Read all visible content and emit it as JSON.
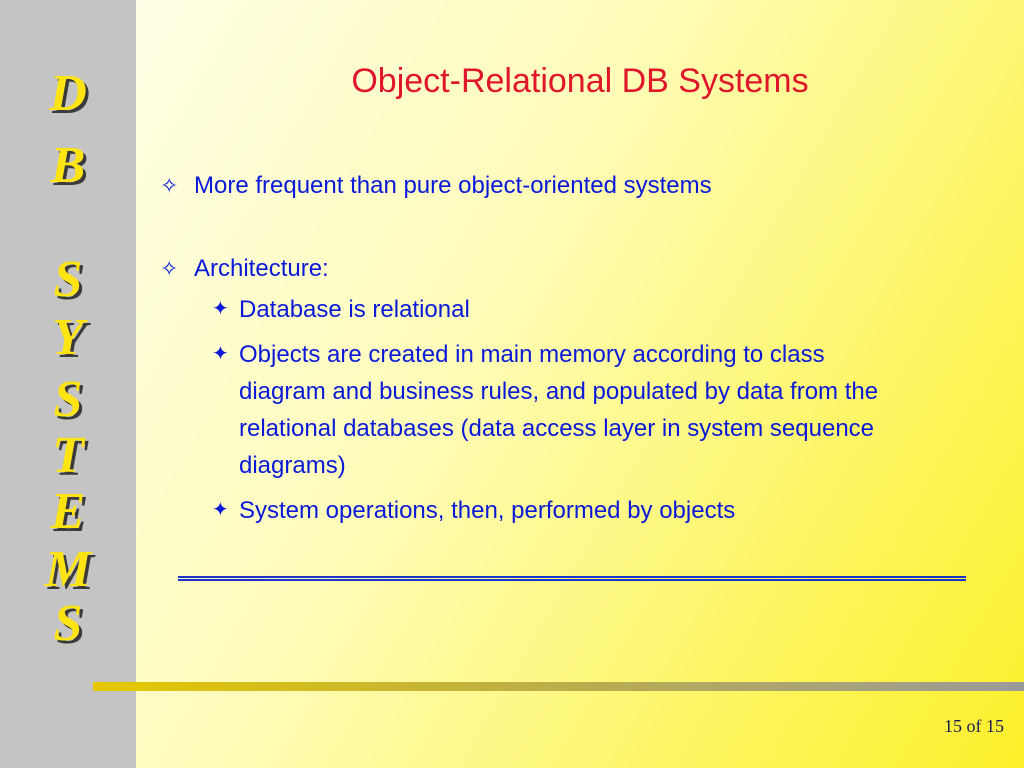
{
  "sidebar": {
    "letters": [
      "D",
      "B",
      "S",
      "Y",
      "S",
      "T",
      "E",
      "M",
      "S"
    ]
  },
  "slide": {
    "title": "Object-Relational DB Systems",
    "bullets": [
      {
        "text": "More frequent than pure object-oriented systems"
      },
      {
        "text": "Architecture:",
        "subs": [
          {
            "text": "Database is relational"
          },
          {
            "lines": [
              "Objects are created in main memory according to class",
              "diagram and business rules, and populated by data from the",
              "relational databases (data access layer in system sequence",
              "diagrams)"
            ]
          },
          {
            "text": "System operations, then, performed by objects"
          }
        ]
      }
    ]
  },
  "footer": {
    "page_number": "15 of 15"
  },
  "colors": {
    "title": "#e0162b",
    "body_text": "#0a1ad8",
    "sidebar": "#c4c4c4",
    "sidebar_letters": "#ffe414"
  }
}
